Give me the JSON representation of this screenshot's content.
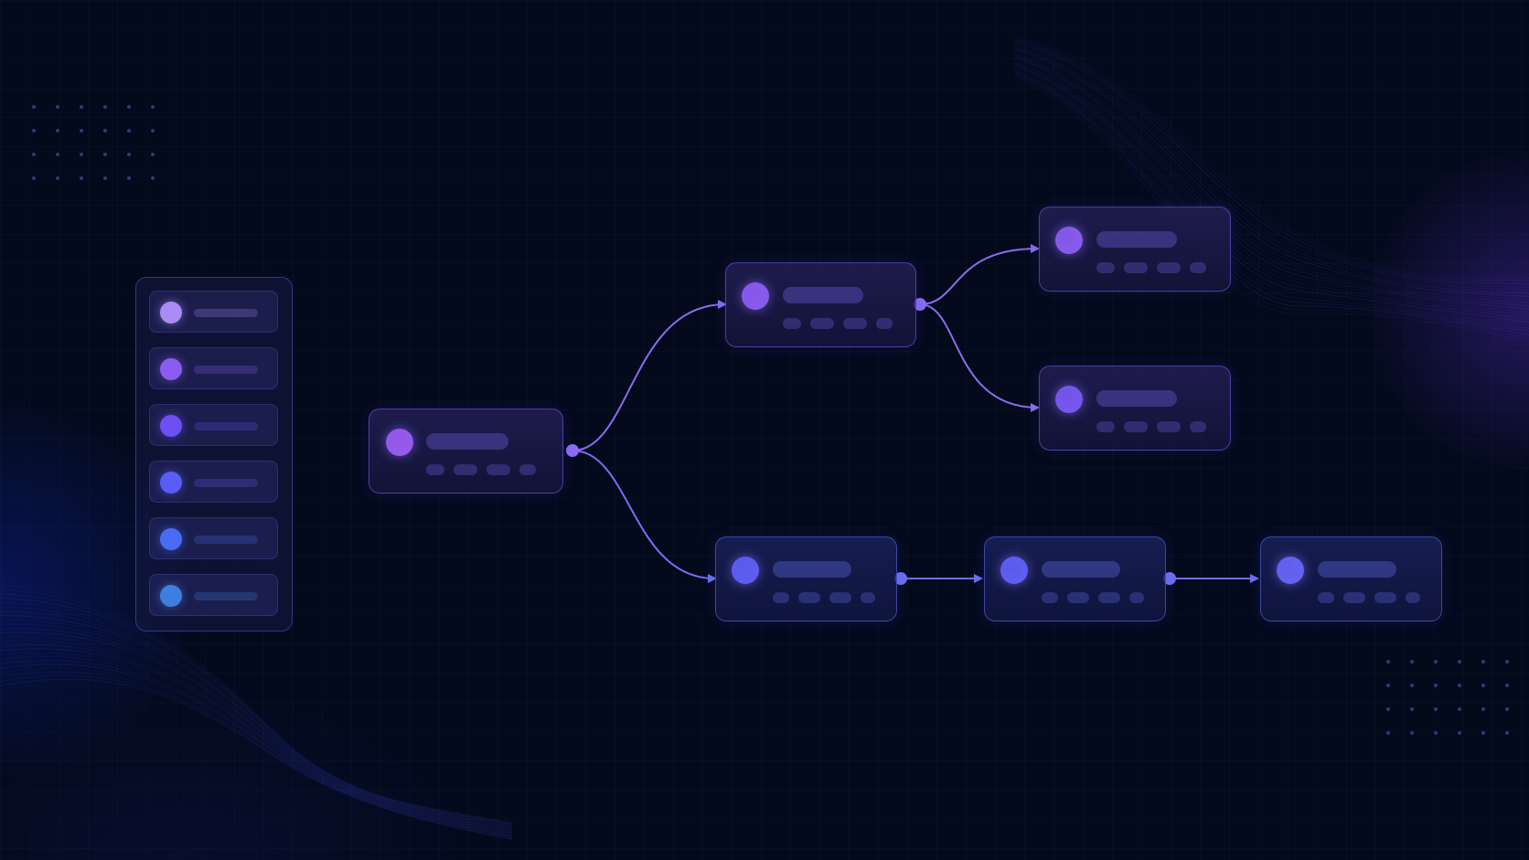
{
  "diagram": {
    "type": "flowchart",
    "colors": {
      "background": "#030a1c",
      "connector_purple": "#8a6cf0",
      "connector_blue": "#6a70f0"
    },
    "sidebar_items": [
      {
        "dot": "#a88bf5"
      },
      {
        "dot": "#8b5cf0"
      },
      {
        "dot": "#6d4ff2"
      },
      {
        "dot": "#5b5cf5"
      },
      {
        "dot": "#4a6cf5"
      },
      {
        "dot": "#3d7fe0"
      }
    ],
    "nodes": [
      {
        "id": "root",
        "dot": "#9a5cf0",
        "tone": "purple"
      },
      {
        "id": "branch-top",
        "dot": "#8a5cf2",
        "tone": "purple"
      },
      {
        "id": "leaf-1",
        "dot": "#8a5cf0",
        "tone": "purple"
      },
      {
        "id": "leaf-2",
        "dot": "#7a58f2",
        "tone": "purple"
      },
      {
        "id": "step-1",
        "dot": "#5f5ff5",
        "tone": "blue"
      },
      {
        "id": "step-2",
        "dot": "#6060f5",
        "tone": "blue"
      },
      {
        "id": "step-3",
        "dot": "#6565f5",
        "tone": "blue"
      }
    ],
    "edges": [
      {
        "from": "root",
        "to": "branch-top"
      },
      {
        "from": "root",
        "to": "step-1"
      },
      {
        "from": "branch-top",
        "to": "leaf-1"
      },
      {
        "from": "branch-top",
        "to": "leaf-2"
      },
      {
        "from": "step-1",
        "to": "step-2"
      },
      {
        "from": "step-2",
        "to": "step-3"
      }
    ]
  }
}
